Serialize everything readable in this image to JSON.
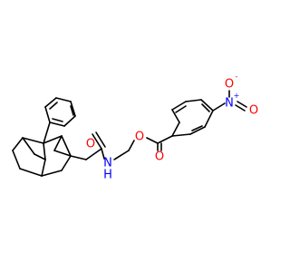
{
  "molecule": {
    "atom_labels": {
      "amide_oxygen": "O",
      "amide_nitrogen": "N",
      "amide_hydrogen": "H",
      "ester_oxygen_single": "O",
      "ester_oxygen_double": "O",
      "nitro_nitrogen": "N",
      "nitro_nitrogen_charge": "+",
      "nitro_oxygen_top": "O",
      "nitro_oxygen_top_charge": "-",
      "nitro_oxygen_right": "O"
    }
  },
  "colors": {
    "bond": "#000000",
    "carbon_label": "#000000",
    "oxygen": "#ff0000",
    "nitrogen": "#0000ff"
  }
}
